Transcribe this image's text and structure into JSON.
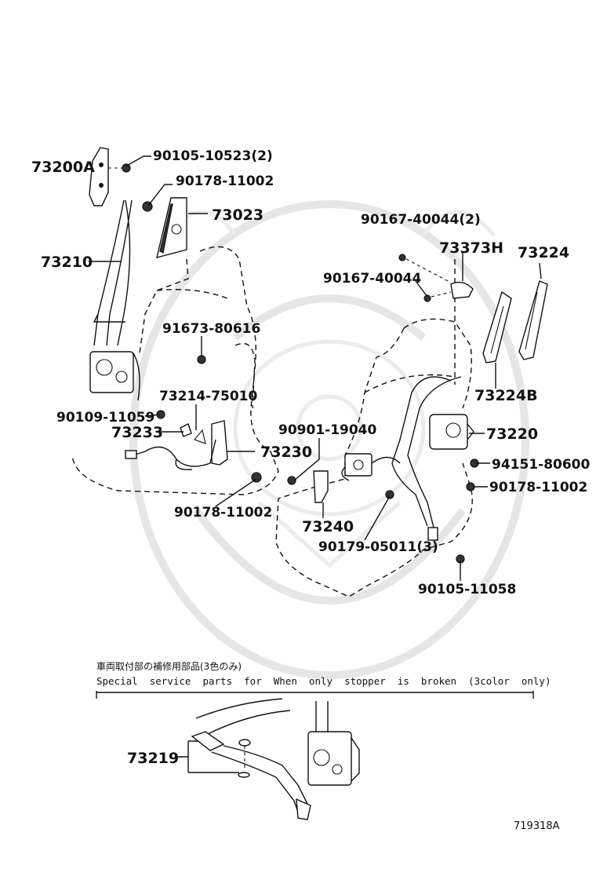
{
  "diagram": {
    "parts": [
      {
        "id": "p73200a",
        "label": "73200A"
      },
      {
        "id": "p9010510523",
        "label": "90105-10523(2)"
      },
      {
        "id": "p9017811002a",
        "label": "90178-11002"
      },
      {
        "id": "p73023",
        "label": "73023"
      },
      {
        "id": "p73210",
        "label": "73210"
      },
      {
        "id": "p9167380616",
        "label": "91673-80616"
      },
      {
        "id": "p7321475010",
        "label": "73214-75010"
      },
      {
        "id": "p9010911059",
        "label": "90109-11059"
      },
      {
        "id": "p73233",
        "label": "73233"
      },
      {
        "id": "p73230",
        "label": "73230"
      },
      {
        "id": "p9017811002b",
        "label": "90178-11002"
      },
      {
        "id": "p9016740044x2",
        "label": "90167-40044(2)"
      },
      {
        "id": "p73373h",
        "label": "73373H"
      },
      {
        "id": "p73224",
        "label": "73224"
      },
      {
        "id": "p9016740044",
        "label": "90167-40044"
      },
      {
        "id": "p73224b",
        "label": "73224B"
      },
      {
        "id": "p9090119040",
        "label": "90901-19040"
      },
      {
        "id": "p73220",
        "label": "73220"
      },
      {
        "id": "p9415180600",
        "label": "94151-80600"
      },
      {
        "id": "p9017811002c",
        "label": "90178-11002"
      },
      {
        "id": "p73240",
        "label": "73240"
      },
      {
        "id": "p9017905011",
        "label": "90179-05011(3)"
      },
      {
        "id": "p9010511058",
        "label": "90105-11058"
      },
      {
        "id": "p73219",
        "label": "73219"
      }
    ],
    "note_jp": "車両取付部の補修用部品(3色のみ)",
    "note_en": "Special  service  parts  for  When  only  stopper  is  broken  (3color  only)",
    "drawing_code": "719318A"
  }
}
